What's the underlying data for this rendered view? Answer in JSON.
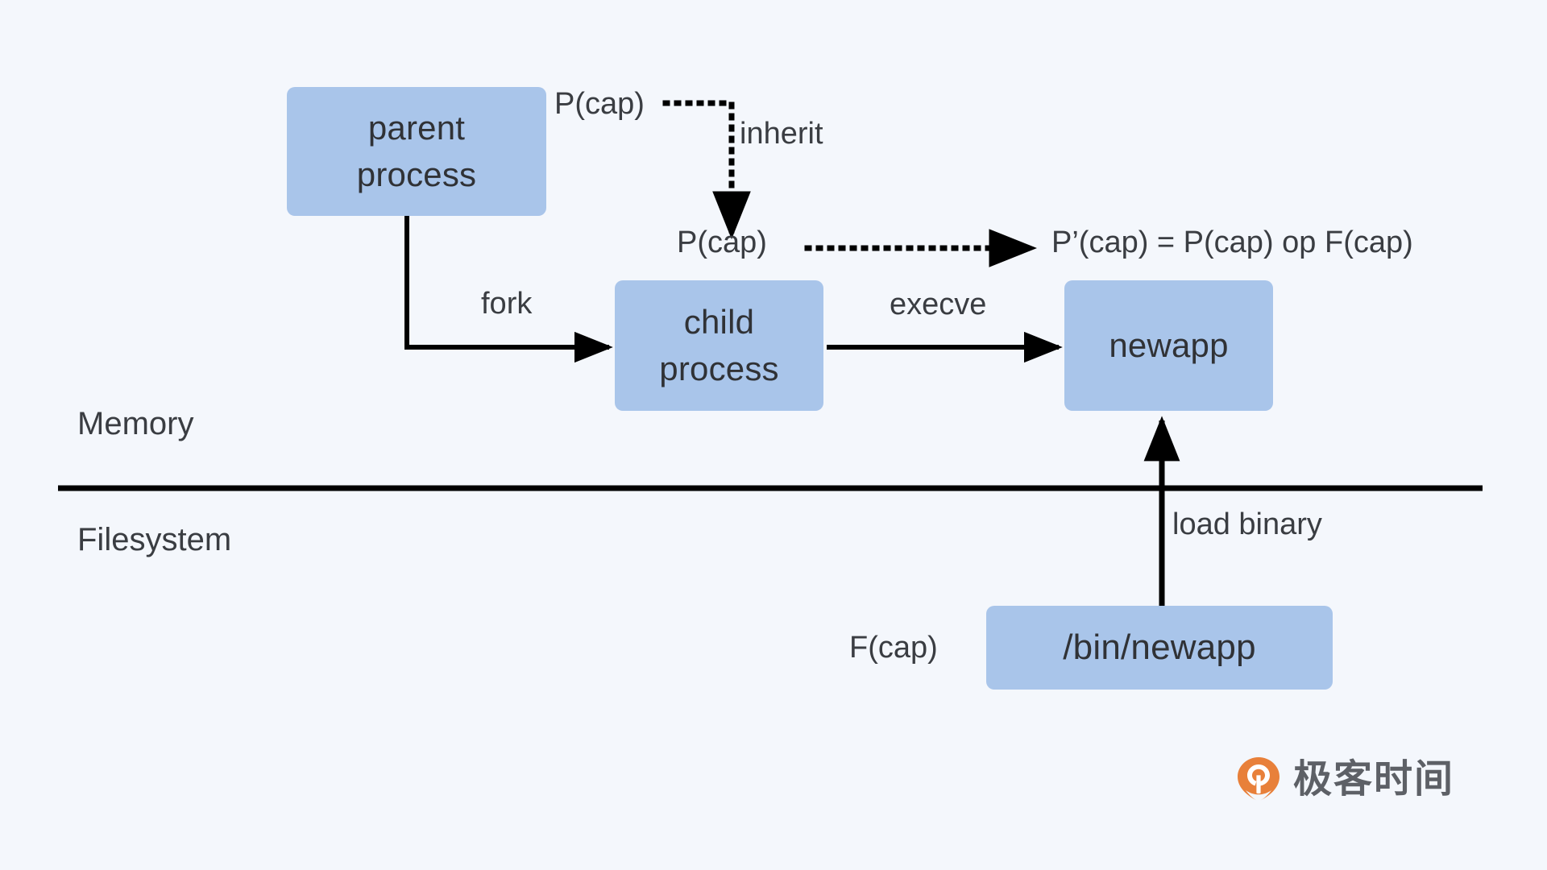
{
  "diagram": {
    "title": "Linux capabilities: fork / execve inheritance",
    "background_color": "#f4f7fc",
    "node_fill_color": "#a9c5ea",
    "text_color": "#303236",
    "stroke_color": "#000000",
    "nodes": [
      {
        "id": "parent",
        "line1": "parent",
        "line2": "process"
      },
      {
        "id": "child",
        "line1": "child",
        "line2": "process"
      },
      {
        "id": "newapp",
        "line1": "newapp",
        "line2": ""
      },
      {
        "id": "binary",
        "line1": "/bin/newapp",
        "line2": ""
      }
    ],
    "region_labels": {
      "memory": "Memory",
      "filesystem": "Filesystem"
    },
    "edge_labels": {
      "fork": "fork",
      "execve": "execve",
      "inherit": "inherit",
      "load_binary": "load binary"
    },
    "capability_labels": {
      "parent_cap": "P(cap)",
      "child_cap": "P(cap)",
      "result_cap": "P’(cap) = P(cap) op F(cap)",
      "file_cap": "F(cap)"
    }
  },
  "branding": {
    "logo_text": "极客时间",
    "logo_color": "#e8803a",
    "logo_text_color": "#5d6066"
  }
}
